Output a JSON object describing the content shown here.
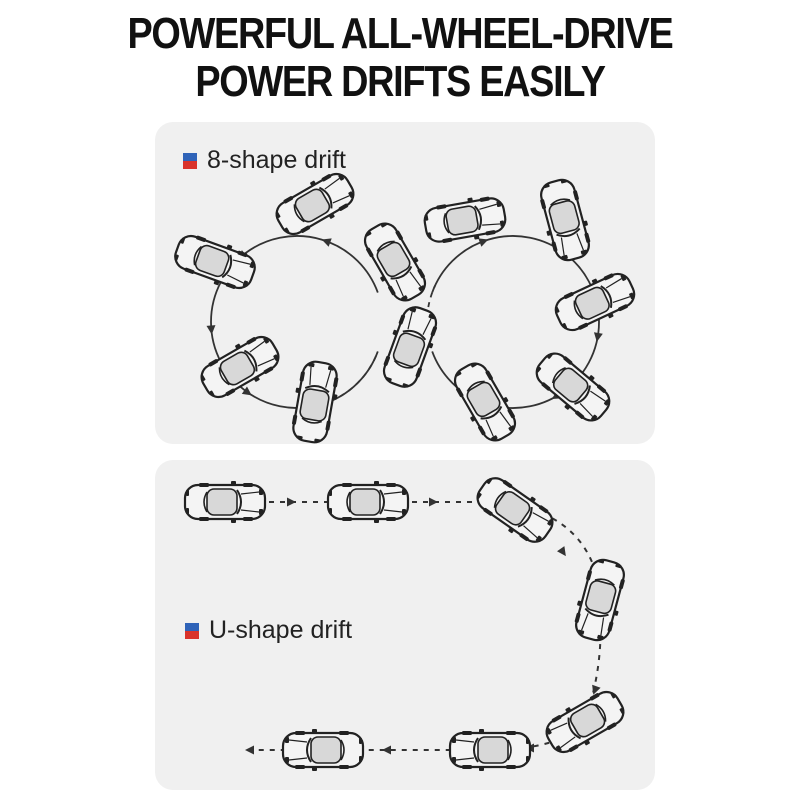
{
  "headline": {
    "line1": "POWERFUL ALL-WHEEL-DRIVE",
    "line2": "POWER DRIFTS EASILY"
  },
  "sections": {
    "eight": {
      "label": "8-shape drift"
    },
    "u": {
      "label": "U-shape drift"
    }
  },
  "colors": {
    "flag_top": "#2f63b8",
    "flag_bottom": "#d9332b",
    "panel": "#f0f0f0",
    "line": "#333333",
    "car_body": "#f4f4f4",
    "car_outline": "#222222"
  },
  "icons": {
    "car": "car-icon",
    "arrow": "arrowhead-icon"
  }
}
